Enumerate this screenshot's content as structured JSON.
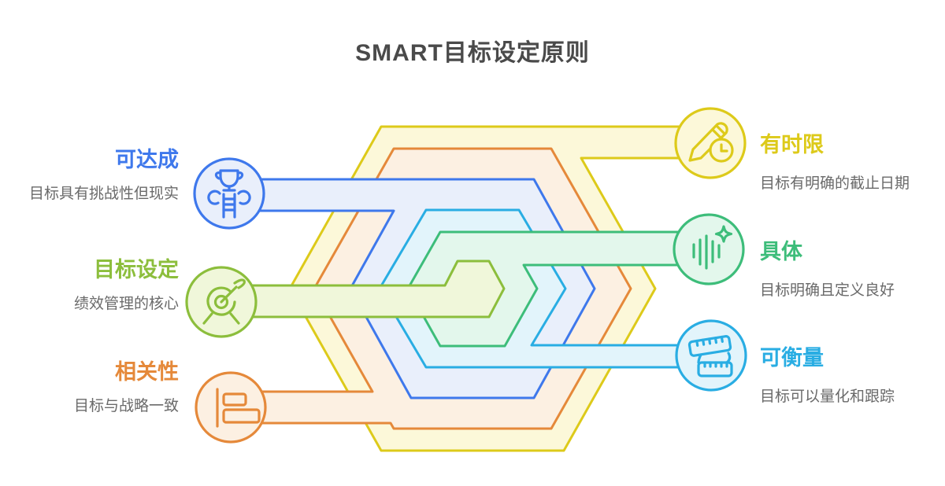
{
  "title": "SMART目标设定原则",
  "title_color": "#4a4a4a",
  "desc_color": "#6a6a6a",
  "principles": {
    "achievable": {
      "label": "可达成",
      "desc": "目标具有挑战性但现实",
      "color": "#3e78ec",
      "fill": "#e9effb",
      "icon": "trophy-ladder-icon",
      "side": "left"
    },
    "goal_setting": {
      "label": "目标设定",
      "desc": "绩效管理的核心",
      "color": "#8cbe3c",
      "fill": "#f0f7da",
      "icon": "target-dart-icon",
      "side": "left"
    },
    "relevant": {
      "label": "相关性",
      "desc": "目标与战略一致",
      "color": "#e5893a",
      "fill": "#fcf0e2",
      "icon": "align-left-icon",
      "side": "left"
    },
    "time_bound": {
      "label": "有时限",
      "desc": "目标有明确的截止日期",
      "color": "#ddca1a",
      "fill": "#fcf8d9",
      "icon": "pencil-clock-icon",
      "side": "right"
    },
    "specific": {
      "label": "具体",
      "desc": "目标明确且定义良好",
      "color": "#3dbd7a",
      "fill": "#e3f7ec",
      "icon": "waveform-sparkle-icon",
      "side": "right"
    },
    "measurable": {
      "label": "可衡量",
      "desc": "目标可以量化和跟踪",
      "color": "#29ade3",
      "fill": "#e2f4fb",
      "icon": "tape-measure-icon",
      "side": "right"
    }
  }
}
